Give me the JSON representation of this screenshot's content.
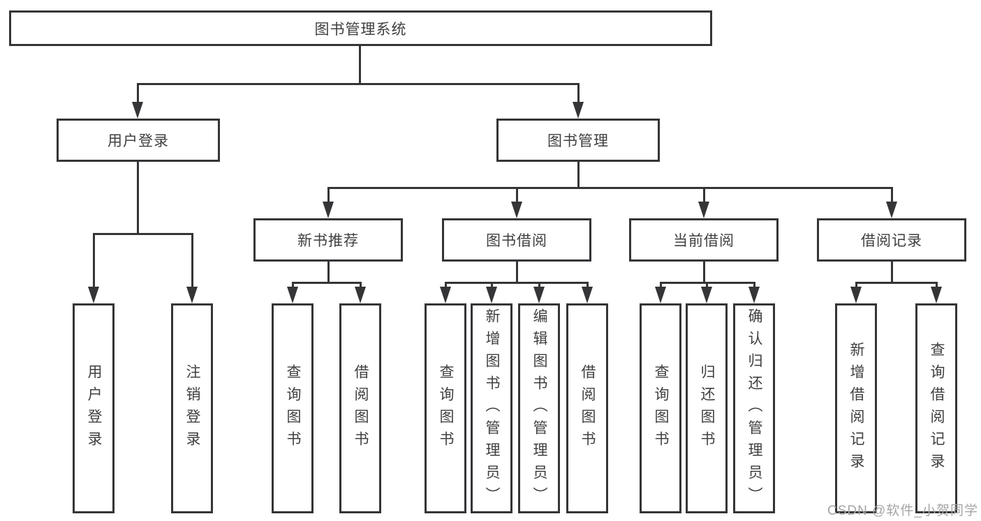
{
  "diagram_title": "图书管理系统",
  "nodes": {
    "root": "图书管理系统",
    "user_login": "用户登录",
    "book_mgmt": "图书管理",
    "new_book_rec": "新书推荐",
    "book_borrow": "图书借阅",
    "current_borrow": "当前借阅",
    "borrow_record": "借阅记录",
    "leaf_user_login": "用户登录",
    "leaf_logout": "注销登录",
    "leaf_query_book_1": "查询图书",
    "leaf_borrow_book_1": "借阅图书",
    "leaf_query_book_2": "查询图书",
    "leaf_add_book": "新增图书（管理员）",
    "leaf_edit_book": "编辑图书（管理员）",
    "leaf_borrow_book_2": "借阅图书",
    "leaf_query_book_3": "查询图书",
    "leaf_return_book": "归还图书",
    "leaf_confirm_return": "确认归还（管理员）",
    "leaf_add_record": "新增借阅记录",
    "leaf_query_record": "查询借阅记录"
  },
  "watermark": "CSDN @软件_小贺同学",
  "colors": {
    "line": "#353538",
    "text": "#3f3f3f",
    "watermark": "#a5a5a5",
    "background": "#ffffff"
  }
}
